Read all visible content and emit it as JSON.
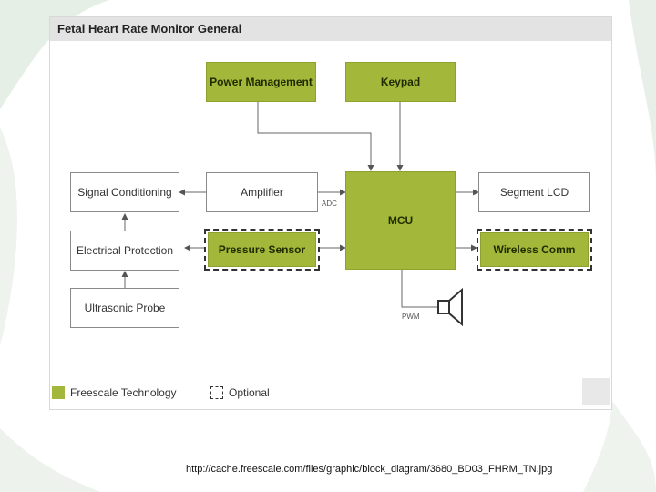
{
  "title": "Fetal Heart Rate Monitor General",
  "blocks": {
    "power": "Power Management",
    "keypad": "Keypad",
    "signal": "Signal Conditioning",
    "amplifier": "Amplifier",
    "mcu": "MCU",
    "segment_lcd": "Segment LCD",
    "electrical": "Electrical Protection",
    "pressure": "Pressure Sensor",
    "wireless": "Wireless Comm",
    "ultrasonic": "Ultrasonic Probe"
  },
  "labels": {
    "adc": "ADC",
    "pwm": "PWM"
  },
  "legend": {
    "freescale": "Freescale Technology",
    "optional": "Optional"
  },
  "caption": "http://cache.freescale.com/files/graphic/block_diagram/3680_BD03_FHRM_TN.jpg",
  "colors": {
    "freescale_green": "#a3b83a",
    "title_bar": "#e3e3e3"
  }
}
